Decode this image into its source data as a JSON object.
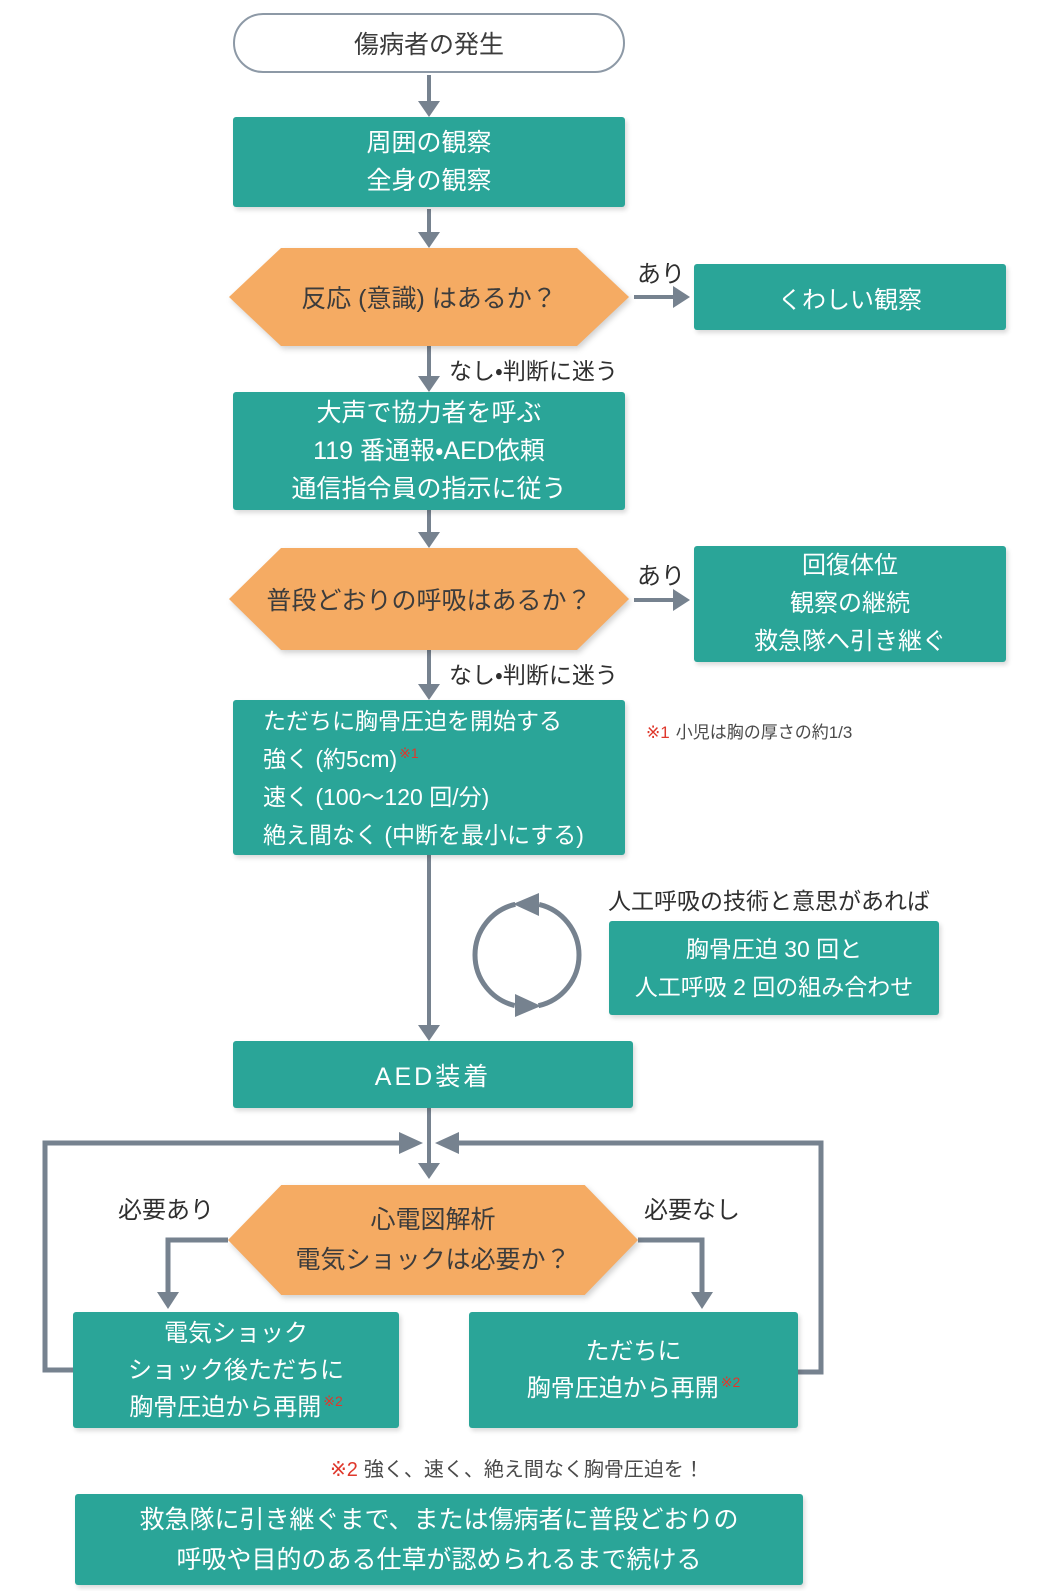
{
  "colors": {
    "teal": "#2aa598",
    "orange": "#f5ab63",
    "line": "#76828f",
    "red": "#df382c",
    "ink": "#3c3c3c",
    "note": "#4a4a4a"
  },
  "start": {
    "label": "傷病者の発生"
  },
  "boxes": {
    "observe": {
      "lines": [
        "周囲の観察",
        "全身の観察"
      ]
    },
    "detail": {
      "label": "くわしい観察"
    },
    "call": {
      "lines": [
        "大声で協力者を呼ぶ",
        "119 番通報・AED依頼",
        "通信指令員の指示に従う"
      ]
    },
    "recovery": {
      "lines": [
        "回復体位",
        "観察の継続",
        "救急隊へ引き継ぐ"
      ]
    },
    "cpr": {
      "lines": [
        "ただちに胸骨圧迫を開始する",
        "強く (約5cm)",
        "速く (100〜120 回/分)",
        "絶え間なく (中断を最小にする)"
      ]
    },
    "combo": {
      "lines": [
        "胸骨圧迫 30 回と",
        "人工呼吸 2 回の組み合わせ"
      ]
    },
    "aed": {
      "label": "AED装着"
    },
    "shock": {
      "lines": [
        "電気ショック",
        "ショック後ただちに",
        "胸骨圧迫から再開"
      ]
    },
    "resume": {
      "lines": [
        "ただちに",
        "胸骨圧迫から再開"
      ]
    },
    "final": {
      "lines": [
        "救急隊に引き継ぐまで、または傷病者に普段どおりの",
        "呼吸や目的のある仕草が認められるまで続ける"
      ]
    }
  },
  "decisions": {
    "response": {
      "label": "反応 (意識) はあるか？",
      "yes": "あり",
      "no": "なし・判断に迷う"
    },
    "breathing": {
      "label": "普段どおりの呼吸はあるか？",
      "yes": "あり",
      "no": "なし・判断に迷う"
    },
    "ecg": {
      "lines": [
        "心電図解析",
        "電気ショックは必要か？"
      ],
      "yes": "必要あり",
      "no": "必要なし"
    }
  },
  "loop": {
    "caption": "人工呼吸の技術と意思があれば"
  },
  "notes": {
    "n1_mark": "※1",
    "n1_text": "小児は胸の厚さの約1/3",
    "n2_mark": "※2",
    "n2_text": "強く、速く、絶え間なく胸骨圧迫を！"
  },
  "refs": {
    "r1": "※1",
    "r2": "※2"
  }
}
